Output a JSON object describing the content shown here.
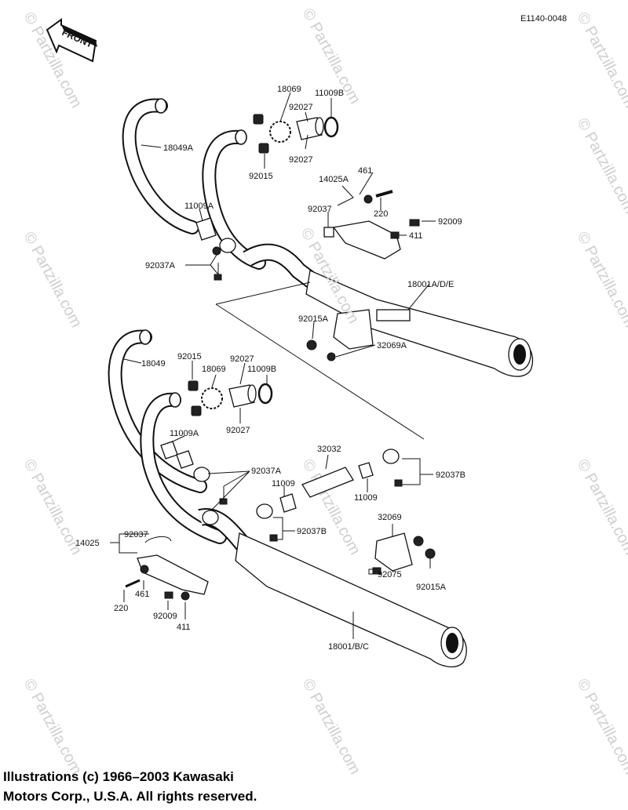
{
  "diagram_code": "E1140-0048",
  "front_label": "FRONT",
  "watermarks": [
    "© Partzilla.com",
    "© Partzilla.com",
    "© Partzilla.com",
    "© Partzilla.com",
    "© Partzilla.com",
    "© Partzilla.com",
    "© Partzilla.com",
    "© Partzilla.com",
    "© Partzilla.com",
    "© Partzilla.com",
    "© Partzilla.com",
    "© Partzilla.com"
  ],
  "center_watermark": "© Partzilla.com",
  "callouts": {
    "p18069_top": "18069",
    "p92027_top_a": "92027",
    "p11009B_top": "11009B",
    "p92027_top_b": "92027",
    "p92015_top": "92015",
    "p18049A": "18049A",
    "p14025A": "14025A",
    "p461_top": "461",
    "p92037_top": "92037",
    "p220_top": "220",
    "p92009_top": "92009",
    "p411_top": "411",
    "p11009A_top": "11009A",
    "p92037A_top": "92037A",
    "p18001ADE": "18001A/D/E",
    "p92015A_top": "92015A",
    "p32069A": "32069A",
    "p18049": "18049",
    "p92015_bot": "92015",
    "p92027_bot_a": "92027",
    "p18069_bot": "18069",
    "p11009B_bot": "11009B",
    "p92027_bot_b": "92027",
    "p11009A_bot": "11009A",
    "p32032": "32032",
    "p92037A_bot": "92037A",
    "p92037B_right": "92037B",
    "p11009_a": "11009",
    "p11009_b": "11009",
    "p32069": "32069",
    "p92037B_mid": "92037B",
    "p92037_bot": "92037",
    "p14025": "14025",
    "p92075": "92075",
    "p92015A_bot": "92015A",
    "p461_bot": "461",
    "p220_bot": "220",
    "p92009_bot": "92009",
    "p411_bot": "411",
    "p18001BC": "18001/B/C"
  },
  "copyright": {
    "line1": "Illustrations (c) 1966–2003 Kawasaki",
    "line2": "Motors Corp., U.S.A.  All rights reserved."
  }
}
